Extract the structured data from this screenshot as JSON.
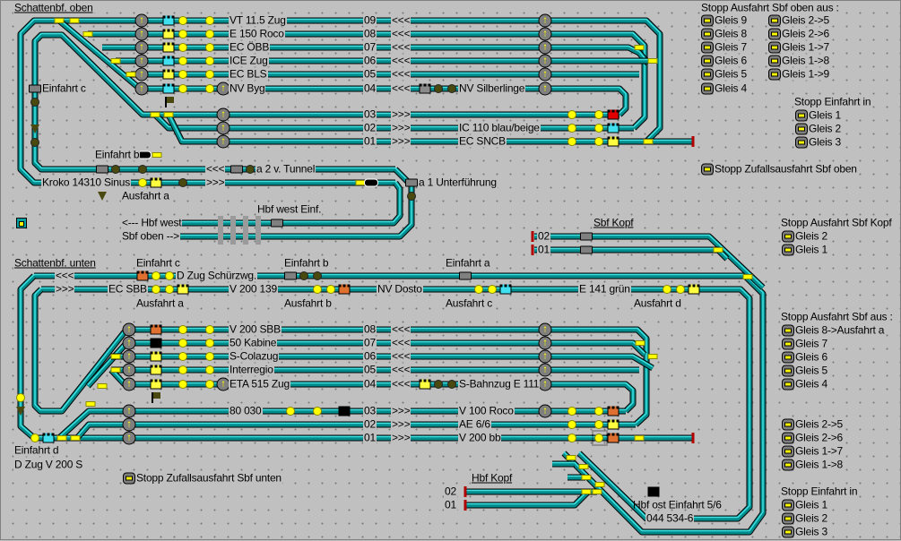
{
  "upper": {
    "title": "Schattenbf. oben",
    "rows": [
      {
        "num": "09",
        "train": "VT 11.5 Zug",
        "dir": "<<<"
      },
      {
        "num": "08",
        "train": "E 150 Roco",
        "dir": "<<<"
      },
      {
        "num": "07",
        "train": "EC ÖBB",
        "dir": "<<<"
      },
      {
        "num": "06",
        "train": "ICE Zug",
        "dir": "<<<"
      },
      {
        "num": "05",
        "train": "EC BLS",
        "dir": "<<<"
      },
      {
        "num": "04",
        "train": "NV Byg",
        "dir": "<<<"
      },
      {
        "num": "03",
        "train": "",
        "dir": ">>>"
      },
      {
        "num": "02",
        "train": "",
        "dir": ">>>"
      },
      {
        "num": "01",
        "train": "",
        "dir": ">>>"
      }
    ],
    "right_trains": {
      "r04": "NV Silberlinge",
      "r02": "IC 110 blau/beige",
      "r01": "EC  SNCB"
    },
    "labels": {
      "einfahrt_c": "Einfahrt c",
      "einfahrt_b": "Einfahrt b",
      "tunnel": "a 2 v. Tunnel",
      "kroko": "Kroko 14310 Sinus",
      "ausfahrt_a": "Ausfahrt a",
      "unterfuehrung": "a 1 Unterführung",
      "hbf_west_einf": "Hbf west Einf.",
      "hbf_west": "<--- Hbf west",
      "sbf_oben": "Sbf oben -->",
      "arrows_in": "<<<",
      "arrows_out": ">>>"
    }
  },
  "panel_upper": {
    "title": "Stopp Ausfahrt Sbf oben aus :",
    "col1": [
      "Gleis 9",
      "Gleis 8",
      "Gleis 7",
      "Gleis 6",
      "Gleis 5",
      "Gleis 4"
    ],
    "col2": [
      "Gleis 2->5",
      "Gleis 2->6",
      "Gleis 1->7",
      "Gleis 1->8",
      "Gleis 1->9"
    ],
    "einfahrt_title": "Stopp Einfahrt in",
    "einfahrt": [
      "Gleis 1",
      "Gleis 2",
      "Gleis 3"
    ],
    "zufall": "Stopp Zufallsausfahrt Sbf oben"
  },
  "sbf_kopf": {
    "title": "Sbf Kopf",
    "t02": "02",
    "t01": "01"
  },
  "panel_kopf": {
    "title": "Stopp Ausfahrt Sbf Kopf",
    "items": [
      "Gleis 2",
      "Gleis 1"
    ]
  },
  "lower": {
    "title": "Schattenbf. unten",
    "labels": {
      "einfahrt_c": "Einfahrt c",
      "einfahrt_b": "Einfahrt b",
      "einfahrt_a": "Einfahrt a",
      "arrows_in": "<<<",
      "arrows_out": ">>>",
      "d_zug": "D Zug Schürzwg.",
      "ec_sbb": "EC SBB",
      "v200_139": "V 200 139",
      "nv_dosto": "NV Dosto",
      "e141": "E 141 grün",
      "ausfahrt_a": "Ausfahrt a",
      "ausfahrt_b": "Ausfahrt b",
      "ausfahrt_c": "Ausfahrt c",
      "ausfahrt_d": "Ausfahrt d",
      "einfahrt_d": "Einfahrt d",
      "d_zug_v200": "D Zug V 200 S"
    },
    "rows": [
      {
        "num": "08",
        "train": "V 200  SBB",
        "dir": "<<<"
      },
      {
        "num": "07",
        "train": "50 Kabine",
        "dir": "<<<"
      },
      {
        "num": "06",
        "train": "S-Colazug",
        "dir": "<<<"
      },
      {
        "num": "05",
        "train": "Interregio",
        "dir": "<<<"
      },
      {
        "num": "04",
        "train": "ETA 515 Zug",
        "dir": "<<<"
      },
      {
        "num": "03",
        "train": "80 030",
        "dir": ">>>"
      },
      {
        "num": "02",
        "train": "",
        "dir": ">>>"
      },
      {
        "num": "01",
        "train": "",
        "dir": ">>>"
      }
    ],
    "right_trains": {
      "r04": "S-Bahnzug E 111",
      "r03": "V 100 Roco",
      "r02": "AE 6/6",
      "r01": "V 200 bb"
    },
    "zufall": "Stopp Zufallsausfahrt Sbf unten"
  },
  "hbf_kopf": {
    "title": "Hbf Kopf",
    "t02": "02",
    "t01": "01",
    "hbf_ost": "Hbf ost Einfahrt 5/6",
    "loco_num": "044 534-6"
  },
  "panel_lower": {
    "title": "Stopp Ausfahrt Sbf aus :",
    "items": [
      "Gleis 8->Ausfahrt a",
      "Gleis 7",
      "Gleis 6",
      "Gleis 5",
      "Gleis 4"
    ],
    "items2": [
      "Gleis 2->5",
      "Gleis 2->6",
      "Gleis 1->7",
      "Gleis 1->8"
    ],
    "einfahrt_title": "Stopp Einfahrt in",
    "einfahrt": [
      "Gleis 1",
      "Gleis 2",
      "Gleis 3"
    ]
  },
  "colors": {
    "track": "#008c8c",
    "track_highlight": "#40e0e0",
    "background": "#c0c0c0",
    "signal_yellow": "#ffff00",
    "bumper": "#b00000"
  }
}
